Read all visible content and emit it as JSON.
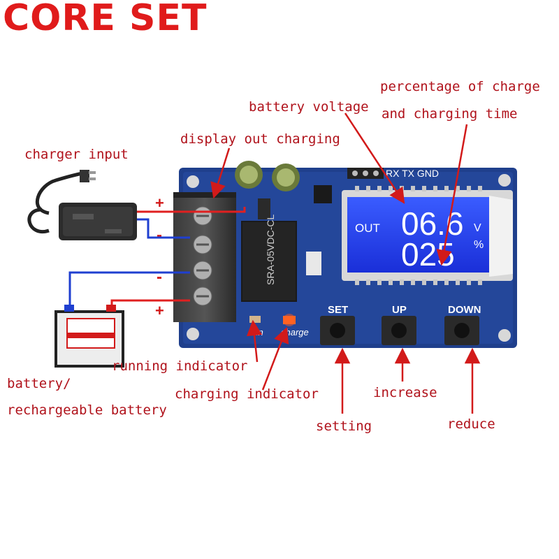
{
  "brand": {
    "name": "CORE SET",
    "color": "#e01b1b"
  },
  "labels": {
    "charger_input": "charger input",
    "display_out": "display out charging",
    "battery_voltage": "battery voltage",
    "percentage": "percentage of charge",
    "charging_time": "and charging time",
    "running_indicator": "running indicator",
    "charging_indicator": "charging indicator",
    "battery": "battery/",
    "rechargeable": "rechargeable battery",
    "increase": "increase",
    "setting": "setting",
    "reduce": "reduce"
  },
  "board": {
    "header_pins": "RX TX GND",
    "lcd_out": "OUT",
    "lcd_voltage": "06.6",
    "lcd_voltage_unit": "V",
    "lcd_percent": "025",
    "lcd_percent_unit": "%",
    "button_set": "SET",
    "button_up": "UP",
    "button_down": "DOWN",
    "led_run": "run",
    "led_charge": "charge",
    "relay_text": "SRA-05VDC-CL",
    "polarity_plus": "+",
    "polarity_minus": "-"
  },
  "colors": {
    "label": "#b0121b",
    "pcb": "#1f3f8c",
    "lcd": "#1e3cf0",
    "lcd_digits": "#ffffff",
    "wire_red": "#e02020",
    "wire_blue": "#1f3fd0"
  }
}
